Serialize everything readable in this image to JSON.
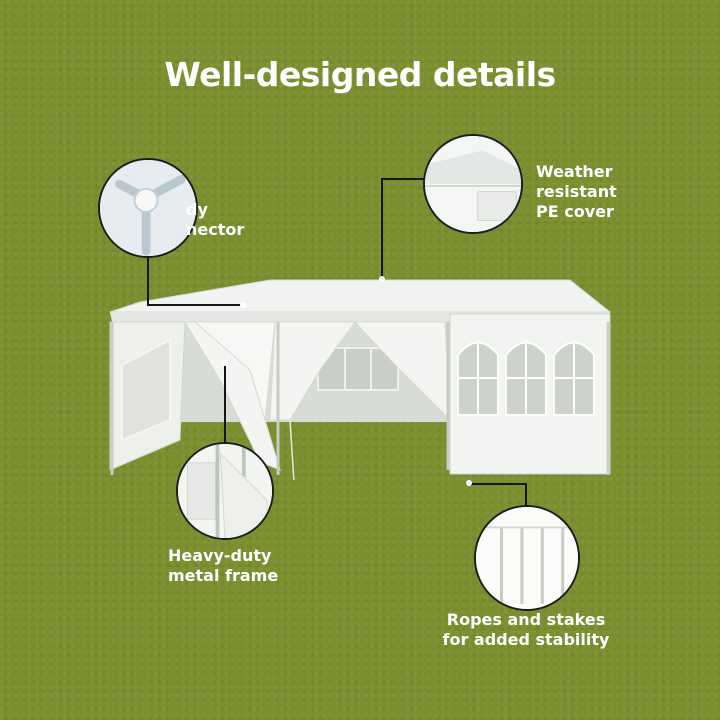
{
  "headline": "Well-designed details",
  "features": {
    "connector": [
      "dy",
      "nector"
    ],
    "cover": [
      "Weather",
      "resistant",
      "PE cover"
    ],
    "frame": [
      "Heavy-duty",
      "metal frame"
    ],
    "ropes": [
      "Ropes and stakes",
      "for added stability"
    ]
  },
  "colors": {
    "background": "#7b8f2f",
    "text": "#ffffff",
    "leader_line": "#151515"
  }
}
